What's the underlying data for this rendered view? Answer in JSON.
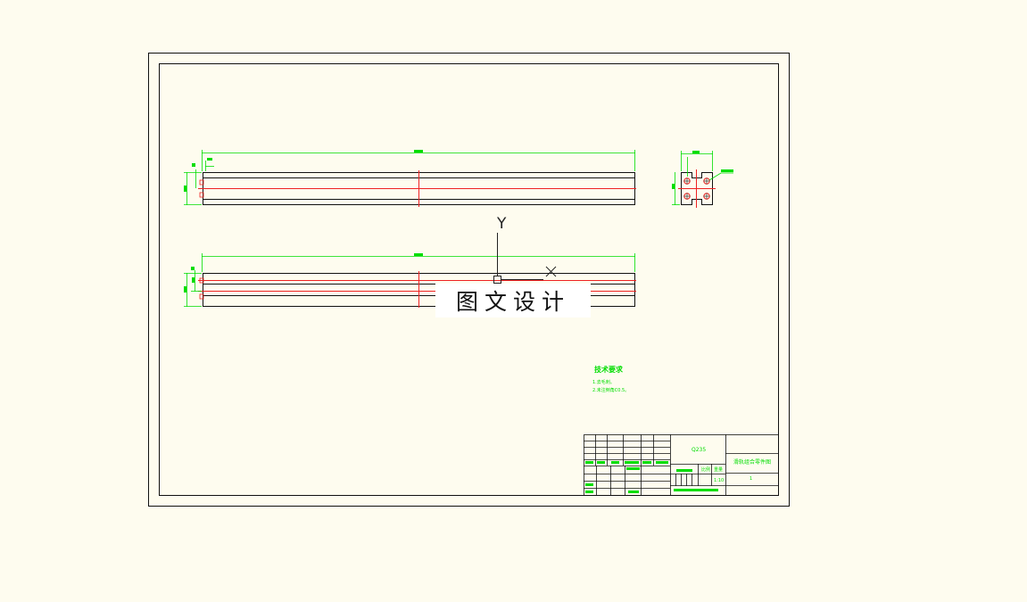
{
  "ucs": {
    "y_label": "Y"
  },
  "watermark": {
    "text": "图文设计"
  },
  "tech_requirements": {
    "title": "技术要求",
    "notes": [
      "1.去毛刺。",
      "2.未注倒角C0.5。"
    ]
  },
  "title_block": {
    "material": "Q235",
    "part_name": "滑轨组合零件图",
    "quantity": "1",
    "scale_label": "比例",
    "weight_label": "重量",
    "scale_value": "1:10"
  },
  "colors": {
    "background": "#fefcef",
    "outline": "#111111",
    "dimension": "#00dd00",
    "centerline": "#ee2222"
  }
}
